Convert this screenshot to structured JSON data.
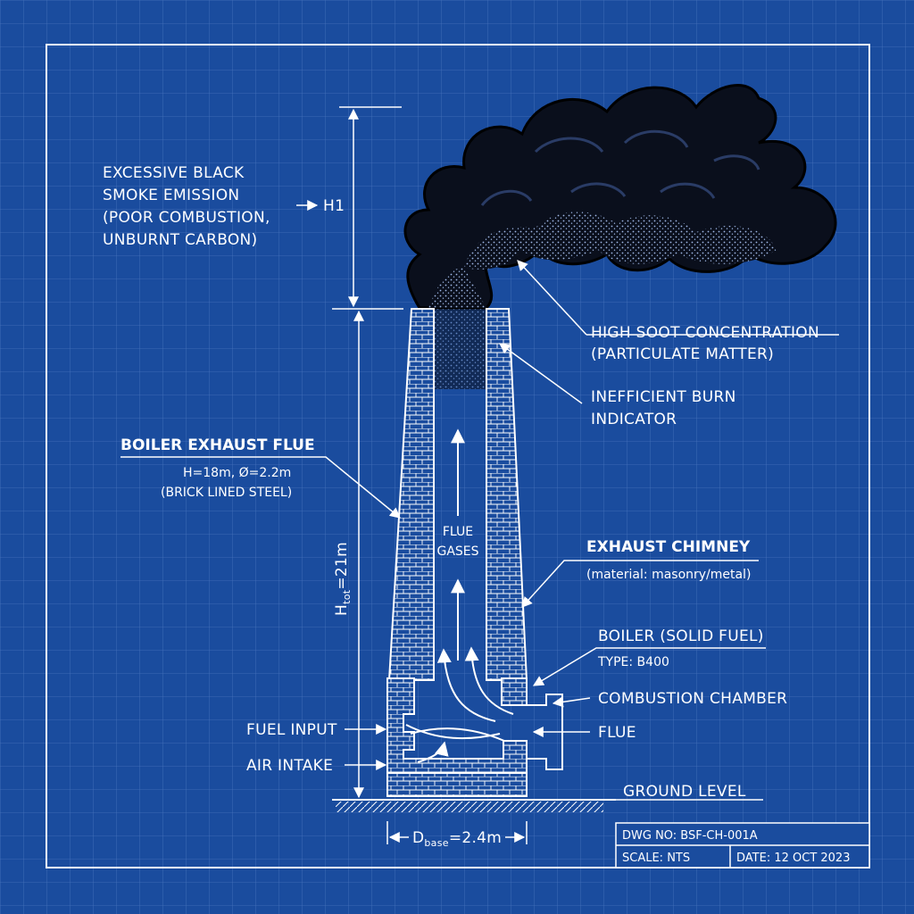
{
  "smoke_note": {
    "lines": [
      "EXCESSIVE BLACK",
      "SMOKE EMISSION",
      "(POOR COMBUSTION,",
      "UNBURNT CARBON)"
    ],
    "h1": "H1"
  },
  "soot": {
    "line1": "HIGH SOOT CONCENTRATION",
    "line2": "(PARTICULATE MATTER)"
  },
  "burn": {
    "line1": "INEFFICIENT BURN",
    "line2": "INDICATOR"
  },
  "flue_label": {
    "title": "BOILER EXHAUST FLUE",
    "spec": "H=18m, Ø=2.2m",
    "material": "(BRICK LINED STEEL)"
  },
  "gases": {
    "line1": "FLUE",
    "line2": "GASES"
  },
  "chimney": {
    "title": "EXHAUST CHIMNEY",
    "material": "(material: masonry/metal)"
  },
  "boiler": {
    "title": "BOILER (SOLID FUEL)",
    "type": "TYPE: B400"
  },
  "labels": {
    "combustion": "COMBUSTION CHAMBER",
    "flue": "FLUE",
    "fuel_input": "FUEL INPUT",
    "air_intake": "AIR INTAKE",
    "ground": "GROUND LEVEL"
  },
  "dims": {
    "htot_main": "H",
    "htot_sub": "tot",
    "htot_val": "=21m",
    "dbase_main": "D",
    "dbase_sub": "base",
    "dbase_val": "=2.4m"
  },
  "title_block": {
    "dwg": "DWG NO: BSF-CH-001A",
    "scale": "SCALE: NTS",
    "date": "DATE: 12 OCT 2023"
  },
  "colors": {
    "background": "#1a4c9e",
    "grid": "#5a84c9",
    "line": "#ffffff",
    "smoke": "#0a0f1c"
  }
}
